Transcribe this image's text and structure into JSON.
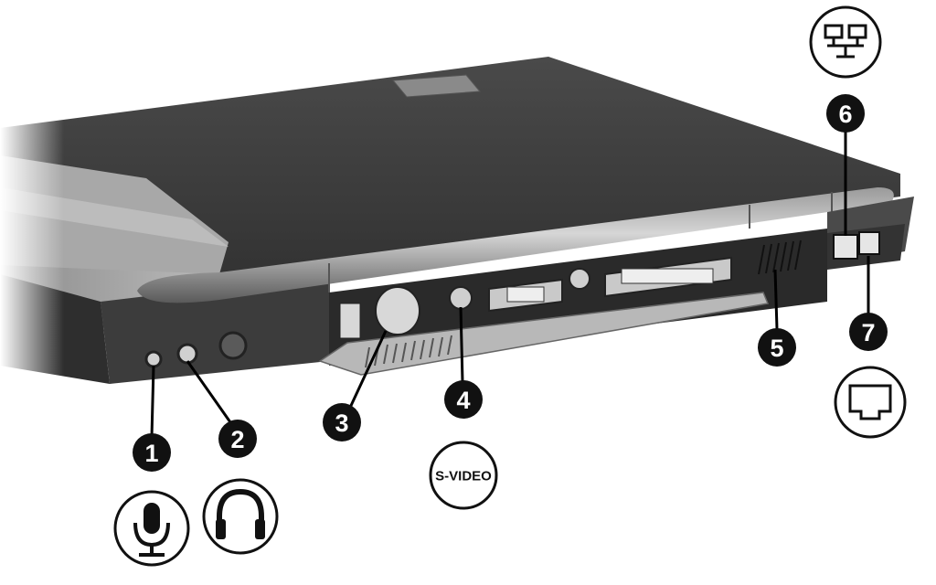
{
  "callouts": [
    {
      "number": "1",
      "component": "microphone-jack",
      "icon": "microphone-icon"
    },
    {
      "number": "2",
      "component": "headphone-jack",
      "icon": "headphones-icon"
    },
    {
      "number": "3",
      "component": "ps2-or-usb-port",
      "icon": ""
    },
    {
      "number": "4",
      "component": "s-video-port",
      "icon": "s-video-icon"
    },
    {
      "number": "5",
      "component": "vent",
      "icon": ""
    },
    {
      "number": "6",
      "component": "network-jack",
      "icon": "network-icon"
    },
    {
      "number": "7",
      "component": "modem-jack",
      "icon": "modem-icon"
    }
  ],
  "icon_labels": {
    "s_video": "S-VIDEO"
  },
  "colors": {
    "callout_fill": "#111111",
    "callout_text": "#ffffff",
    "icon_stroke": "#111111",
    "laptop_dark": "#3a3a3a",
    "laptop_mid": "#6a6a6a",
    "laptop_light": "#c8c8c8"
  }
}
